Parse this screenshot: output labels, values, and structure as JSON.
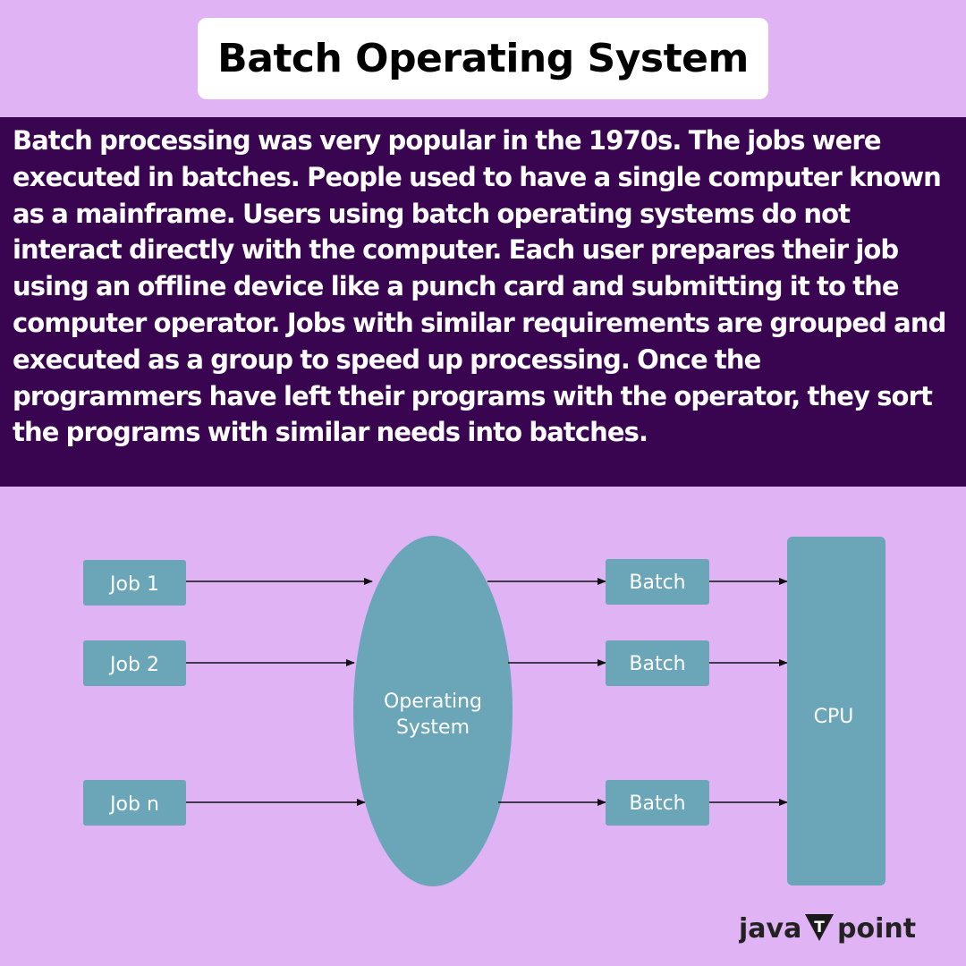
{
  "title": "Batch Operating System",
  "description": "Batch processing was very popular in the 1970s. The jobs were executed in batches. People used to have a single computer known as a mainframe. Users using batch operating systems do not interact directly with the computer. Each user prepares their job using an offline device like a punch card and submitting it to the computer operator. Jobs with similar requirements are grouped and executed as a group to speed up processing. Once the programmers have left their programs with the operator, they sort the programs with similar needs into batches.",
  "diagram": {
    "jobs": [
      "Job 1",
      "Job 2",
      "Job n"
    ],
    "os_line1": "Operating",
    "os_line2": "System",
    "batches": [
      "Batch",
      "Batch",
      "Batch"
    ],
    "cpu": "CPU"
  },
  "logo": {
    "left": "java",
    "mark": "T",
    "right": "point"
  },
  "colors": {
    "background": "#e0b3f5",
    "panel": "#3a0550",
    "node": "#6aa6b8",
    "arrow": "#111111"
  }
}
